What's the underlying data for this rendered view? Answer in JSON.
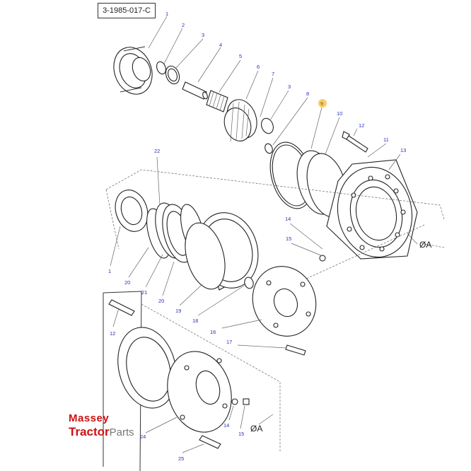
{
  "reference_code": "3-1985-017-C",
  "diameter_label": "ØA",
  "logo": {
    "line1": "Massey",
    "line2": "Tractor",
    "line3": "Parts"
  },
  "callouts": {
    "c1a": "1",
    "c2": "2",
    "c3a": "3",
    "c4": "4",
    "c5": "5",
    "c6": "6",
    "c7": "7",
    "c3b": "3",
    "c8": "8",
    "c9": "9",
    "c10": "10",
    "c11": "11",
    "c12a": "12",
    "c13": "13",
    "c22": "22",
    "c14a": "14",
    "c15a": "15",
    "c1b": "1",
    "c20a": "20",
    "c21": "21",
    "c20b": "20",
    "c19": "19",
    "c18": "18",
    "c16": "16",
    "c17": "17",
    "c12b": "12",
    "c24": "24",
    "c14b": "14",
    "c15b": "15",
    "c25": "25"
  },
  "highlight_color": "#f0a500",
  "callout_color": "#2a35b8",
  "logo_color": "#cc1111"
}
